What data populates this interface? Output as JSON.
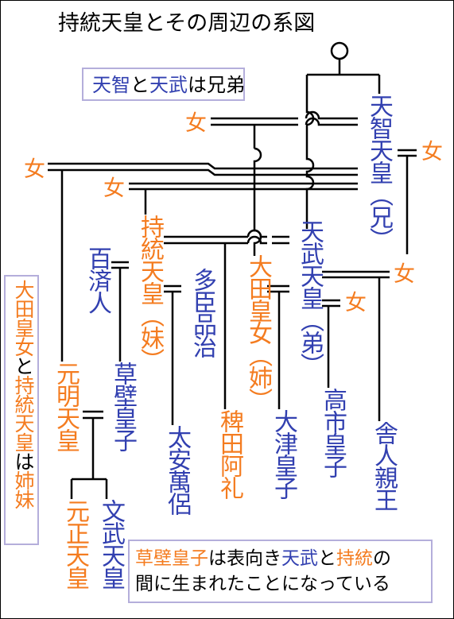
{
  "title": "持統天皇とその周辺の系図",
  "colors": {
    "female": "#f47c20",
    "male": "#3240b0",
    "line": "#000000",
    "box_border": "#b4aedb"
  },
  "note_top": {
    "part1": "天智",
    "part2": "と",
    "part3": "天武",
    "part4": "は兄弟"
  },
  "note_left": {
    "p1": "大田皇女",
    "p2": "と",
    "p3": "持統天皇",
    "p4": "は",
    "p5": "姉妹"
  },
  "note_bottom": {
    "l1a": "草壁皇子",
    "l1b": "は表向き",
    "l1c": "天武",
    "l1d": "と",
    "l1e": "持統",
    "l1f": "の",
    "line2": "間に生まれたことになっている"
  },
  "people": {
    "tenji": "天智天皇（兄）",
    "tenmu": "天武天皇（弟）",
    "jito": "持統天皇（妹）",
    "ota": "大田皇女（姉）",
    "genmei": "元明天皇",
    "kusakabe": "草壁皇子",
    "kudara": "百済人",
    "oo": "多臣品治",
    "hieda": "稗田阿礼",
    "otsu": "大津皇子",
    "takechi": "高市皇子",
    "toneri": "舎人親王",
    "yasumaro": "太安萬侶",
    "gensho": "元正天皇",
    "monmu": "文武天皇",
    "woman": "女"
  }
}
